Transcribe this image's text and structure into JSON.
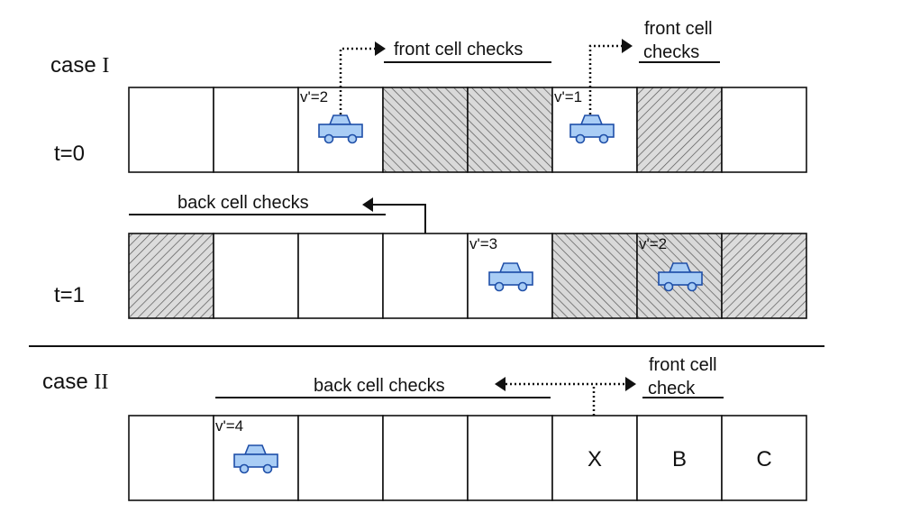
{
  "case1": {
    "label_text": "case",
    "label_numeral": "I",
    "t0": {
      "time_label": "t=0",
      "cells": [
        "",
        "",
        "v'=2",
        "",
        "",
        "v'=1",
        "",
        ""
      ],
      "front_checks_1": "front cell checks",
      "front_checks_2_line1": "front cell",
      "front_checks_2_line2": "checks"
    },
    "t1": {
      "time_label": "t=1",
      "cells": [
        "",
        "",
        "",
        "",
        "v'=3",
        "",
        "v'=2",
        ""
      ],
      "back_checks": "back cell checks"
    }
  },
  "case2": {
    "label_text": "case",
    "label_numeral": "II",
    "cells": [
      "",
      "v'=4",
      "",
      "",
      "",
      "X",
      "B",
      "C"
    ],
    "back_checks": "back cell checks",
    "front_check_line1": "front cell",
    "front_check_line2": "check"
  },
  "colors": {
    "car_fill": "#a9cdf5",
    "car_stroke": "#1f4fa8",
    "hatch": "#555555",
    "hatch_bg": "#d9d9d9"
  }
}
